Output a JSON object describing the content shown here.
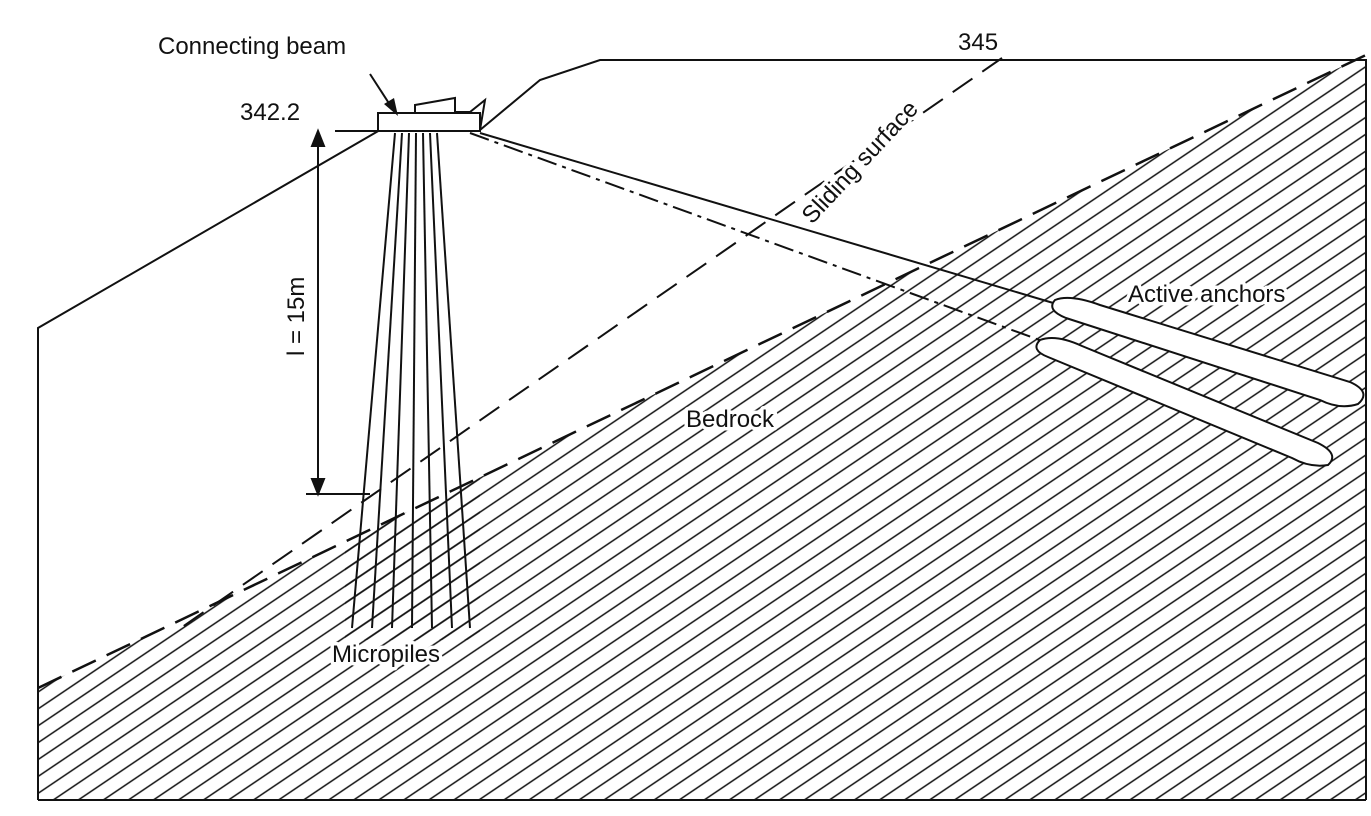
{
  "labels": {
    "connecting_beam": "Connecting beam",
    "elevation_left": "342.2",
    "elevation_right": "345",
    "sliding_surface": "Sliding surface",
    "length": "l = 15m",
    "active_anchors": "Active anchors",
    "bedrock": "Bedrock",
    "micropiles": "Micropiles"
  },
  "colors": {
    "ink": "#111111",
    "background": "#ffffff"
  }
}
